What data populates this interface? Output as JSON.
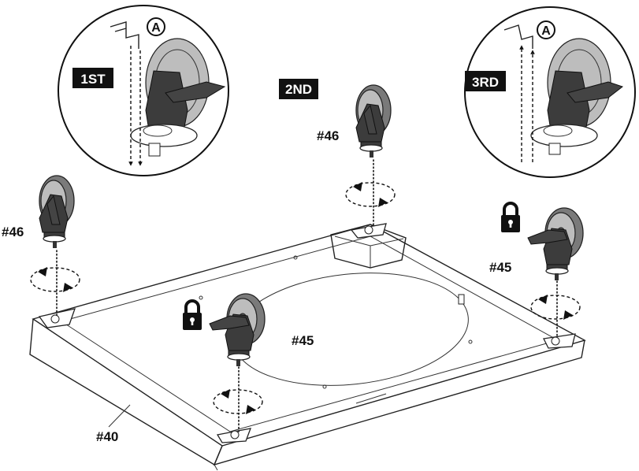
{
  "steps": {
    "first": "1ST",
    "second": "2ND",
    "third": "3RD"
  },
  "callouts": {
    "detail_marker": "A"
  },
  "parts": {
    "caster_swivel": "#46",
    "caster_locking": "#45",
    "base_frame": "#40"
  },
  "icons": {
    "lock": "padlock-icon"
  }
}
